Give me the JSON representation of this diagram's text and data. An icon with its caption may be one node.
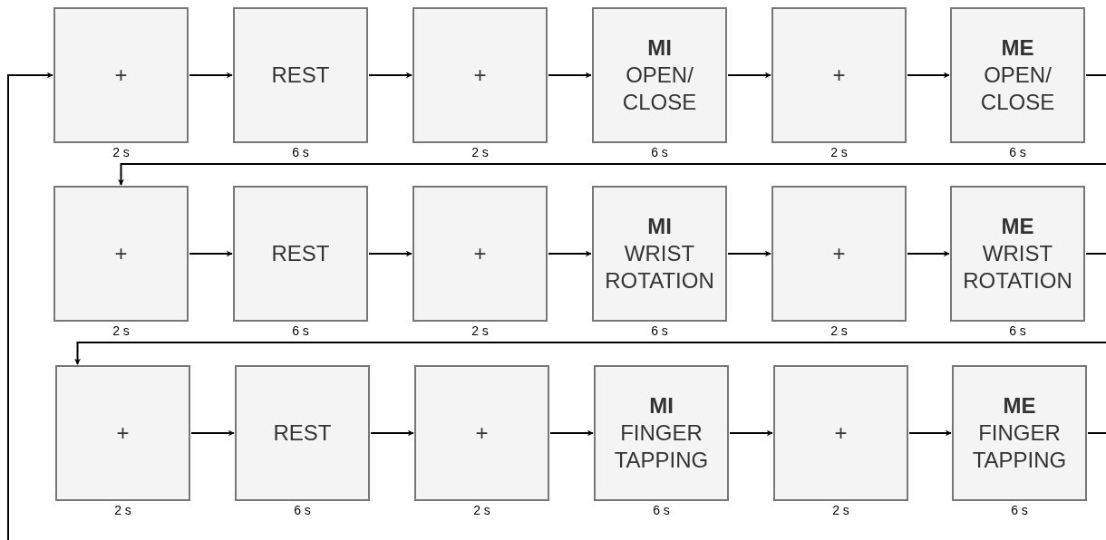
{
  "diagram": {
    "nodes": [
      {
        "text": [
          "+"
        ],
        "beside": [
          "2 s"
        ]
      },
      {
        "text": [
          "REST"
        ],
        "beside": [
          "6 s"
        ]
      },
      {
        "text": [
          "+"
        ],
        "beside": [
          "2 s"
        ]
      },
      {
        "text": [
          "MI",
          "OPEN/ CLOSE"
        ],
        "beside": [
          "6 s"
        ]
      },
      {
        "text": [
          "+"
        ],
        "beside": [
          "2 s"
        ]
      },
      {
        "text": [
          "ME",
          "OPEN/ CLOSE"
        ],
        "beside": [
          "6 s"
        ]
      },
      {
        "text": [
          "+"
        ],
        "beside": [
          "2 s"
        ]
      },
      {
        "text": [
          "REST"
        ],
        "beside": [
          "6 s"
        ]
      },
      {
        "text": [
          "+"
        ],
        "beside": [
          "2 s"
        ]
      },
      {
        "text": [
          "MI",
          "WRIST ROTATION"
        ],
        "beside": [
          "6 s"
        ]
      },
      {
        "text": [
          "+"
        ],
        "beside": [
          "2 s"
        ]
      },
      {
        "text": [
          "ME",
          "WRIST ROTATION"
        ],
        "beside": [
          "6 s"
        ]
      },
      {
        "text": [
          "+"
        ],
        "beside": [
          "2 s"
        ]
      },
      {
        "text": [
          "REST"
        ],
        "beside": [
          "6 s"
        ]
      },
      {
        "text": [
          "+"
        ],
        "beside": [
          "2 s"
        ]
      },
      {
        "text": [
          "MI",
          "FINGER TAPPING"
        ],
        "beside": [
          "6 s"
        ]
      },
      {
        "text": [
          "+"
        ],
        "beside": [
          "2 s"
        ]
      },
      {
        "text": [
          "ME",
          "FINGER TAPPING"
        ],
        "beside": [
          "6 s"
        ]
      }
    ],
    "edges": [
      {
        "from": null,
        "to": 0,
        "arrow": "to"
      },
      {
        "from": 0,
        "to": 1,
        "arrow": "to"
      },
      {
        "from": 1,
        "to": 2,
        "arrow": "to"
      },
      {
        "from": 2,
        "to": 3,
        "arrow": "to"
      },
      {
        "from": 3,
        "to": 4,
        "arrow": "to"
      },
      {
        "from": 4,
        "to": 5,
        "arrow": "to"
      },
      {
        "from": 5,
        "to": 6,
        "arrow": "to"
      },
      {
        "from": 6,
        "to": 7,
        "arrow": "to"
      },
      {
        "from": 7,
        "to": 8,
        "arrow": "to"
      },
      {
        "from": 8,
        "to": 9,
        "arrow": "to"
      },
      {
        "from": 9,
        "to": 10,
        "arrow": "to"
      },
      {
        "from": 10,
        "to": 11,
        "arrow": "to"
      },
      {
        "from": 11,
        "to": 12,
        "arrow": "to"
      },
      {
        "from": 12,
        "to": 13,
        "arrow": "to"
      },
      {
        "from": 13,
        "to": 14,
        "arrow": "to"
      },
      {
        "from": 14,
        "to": 15,
        "arrow": "to"
      },
      {
        "from": 15,
        "to": 16,
        "arrow": "to"
      },
      {
        "from": 16,
        "to": 17,
        "arrow": "to"
      },
      {
        "from": 17,
        "to": null,
        "arrow": "none"
      }
    ]
  }
}
